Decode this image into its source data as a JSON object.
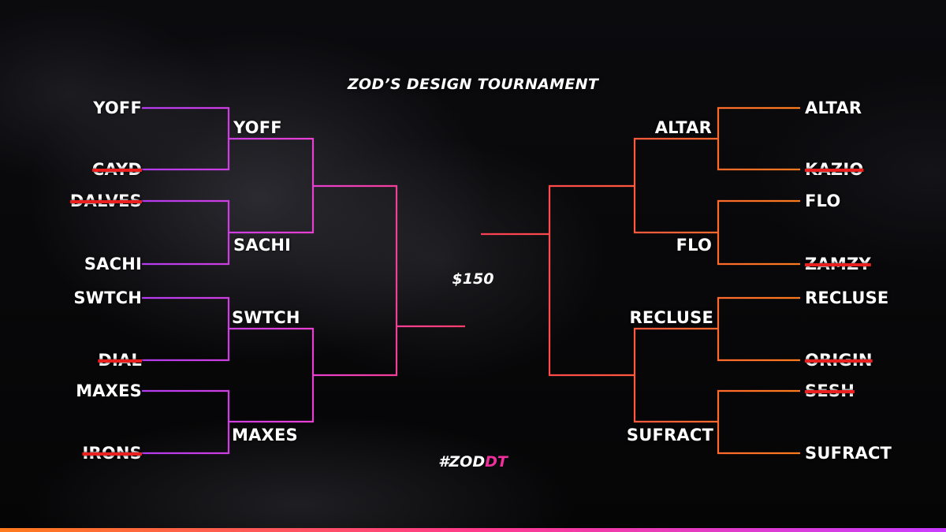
{
  "title": "ZOD’S DESIGN TOURNAMENT",
  "prize": "$150",
  "hashtag": {
    "part1": "#ZOD",
    "part2": "DT"
  },
  "colors": {
    "left_bracket": "#e63fd6",
    "right_bracket": "#ff6b2a",
    "strike": "#ea1f1f",
    "hashtag_accent": "#ee2f9c"
  },
  "left": {
    "round1": [
      {
        "name": "YOFF",
        "eliminated": false
      },
      {
        "name": "CAYD",
        "eliminated": true
      },
      {
        "name": "DALVES",
        "eliminated": true
      },
      {
        "name": "SACHI",
        "eliminated": false
      },
      {
        "name": "SWTCH",
        "eliminated": false
      },
      {
        "name": "DIAL",
        "eliminated": true
      },
      {
        "name": "MAXES",
        "eliminated": false
      },
      {
        "name": "IRONS",
        "eliminated": true
      }
    ],
    "round2": [
      "YOFF",
      "SACHI",
      "SWTCH",
      "MAXES"
    ]
  },
  "right": {
    "round1": [
      {
        "name": "ALTAR",
        "eliminated": false
      },
      {
        "name": "KAZIO",
        "eliminated": true
      },
      {
        "name": "FLO",
        "eliminated": false
      },
      {
        "name": "ZAMZY",
        "eliminated": true
      },
      {
        "name": "RECLUSE",
        "eliminated": false
      },
      {
        "name": "ORIGIN",
        "eliminated": true
      },
      {
        "name": "SESH",
        "eliminated": true
      },
      {
        "name": "SUFRACT",
        "eliminated": false
      }
    ],
    "round2": [
      "ALTAR",
      "FLO",
      "RECLUSE",
      "SUFRACT"
    ]
  }
}
